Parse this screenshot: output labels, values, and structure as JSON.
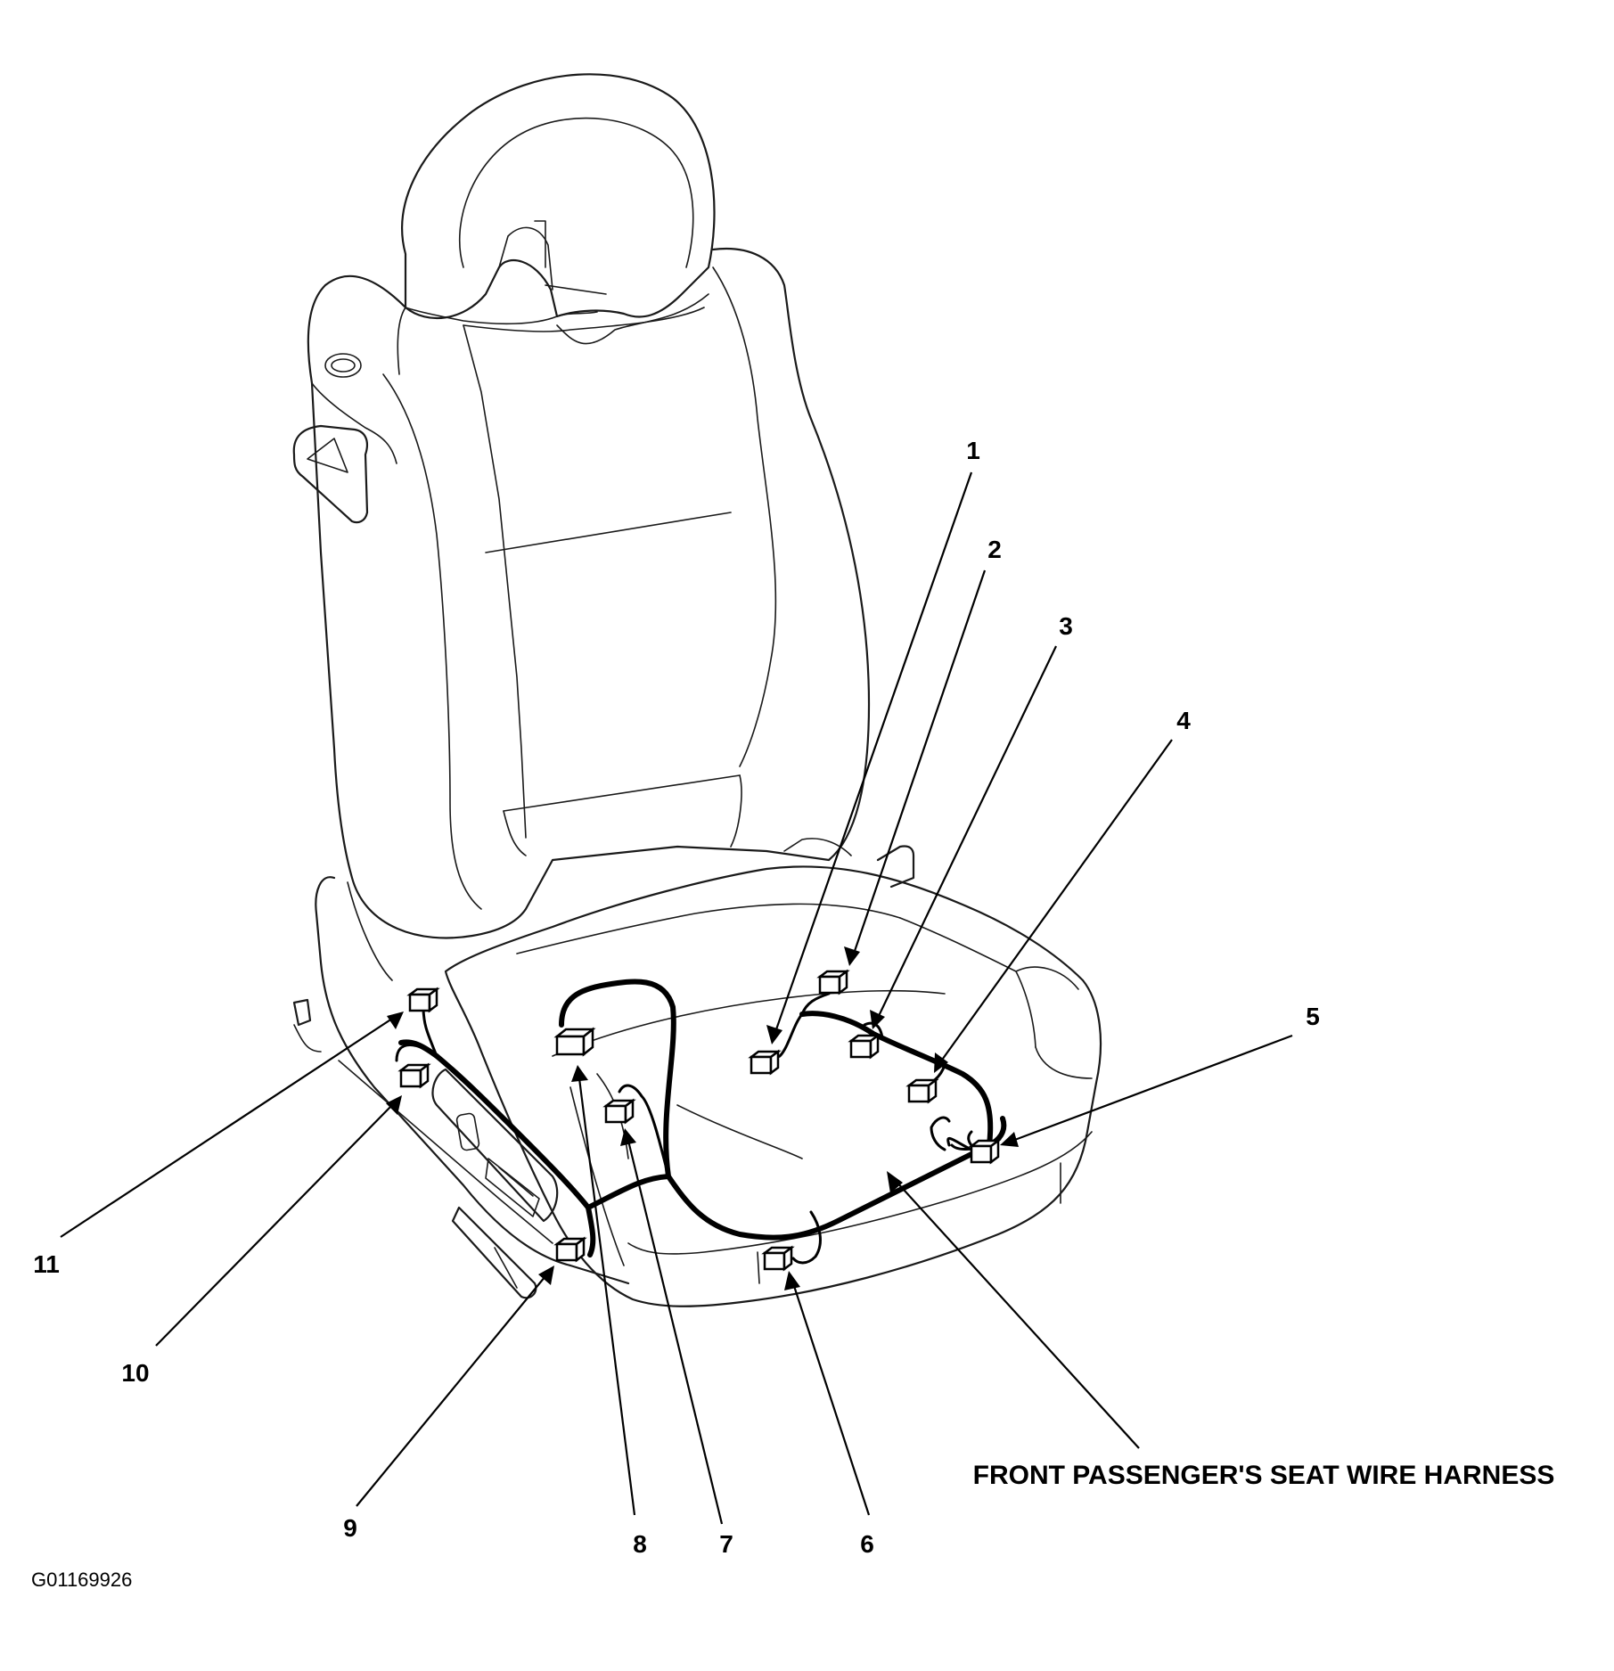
{
  "diagram": {
    "title": "FRONT PASSENGER'S SEAT WIRE HARNESS",
    "figure_id": "G01169926",
    "callouts": [
      {
        "id": 1,
        "label": "1"
      },
      {
        "id": 2,
        "label": "2"
      },
      {
        "id": 3,
        "label": "3"
      },
      {
        "id": 4,
        "label": "4"
      },
      {
        "id": 5,
        "label": "5"
      },
      {
        "id": 6,
        "label": "6"
      },
      {
        "id": 7,
        "label": "7"
      },
      {
        "id": 8,
        "label": "8"
      },
      {
        "id": 9,
        "label": "9"
      },
      {
        "id": 10,
        "label": "10"
      },
      {
        "id": 11,
        "label": "11"
      }
    ]
  }
}
